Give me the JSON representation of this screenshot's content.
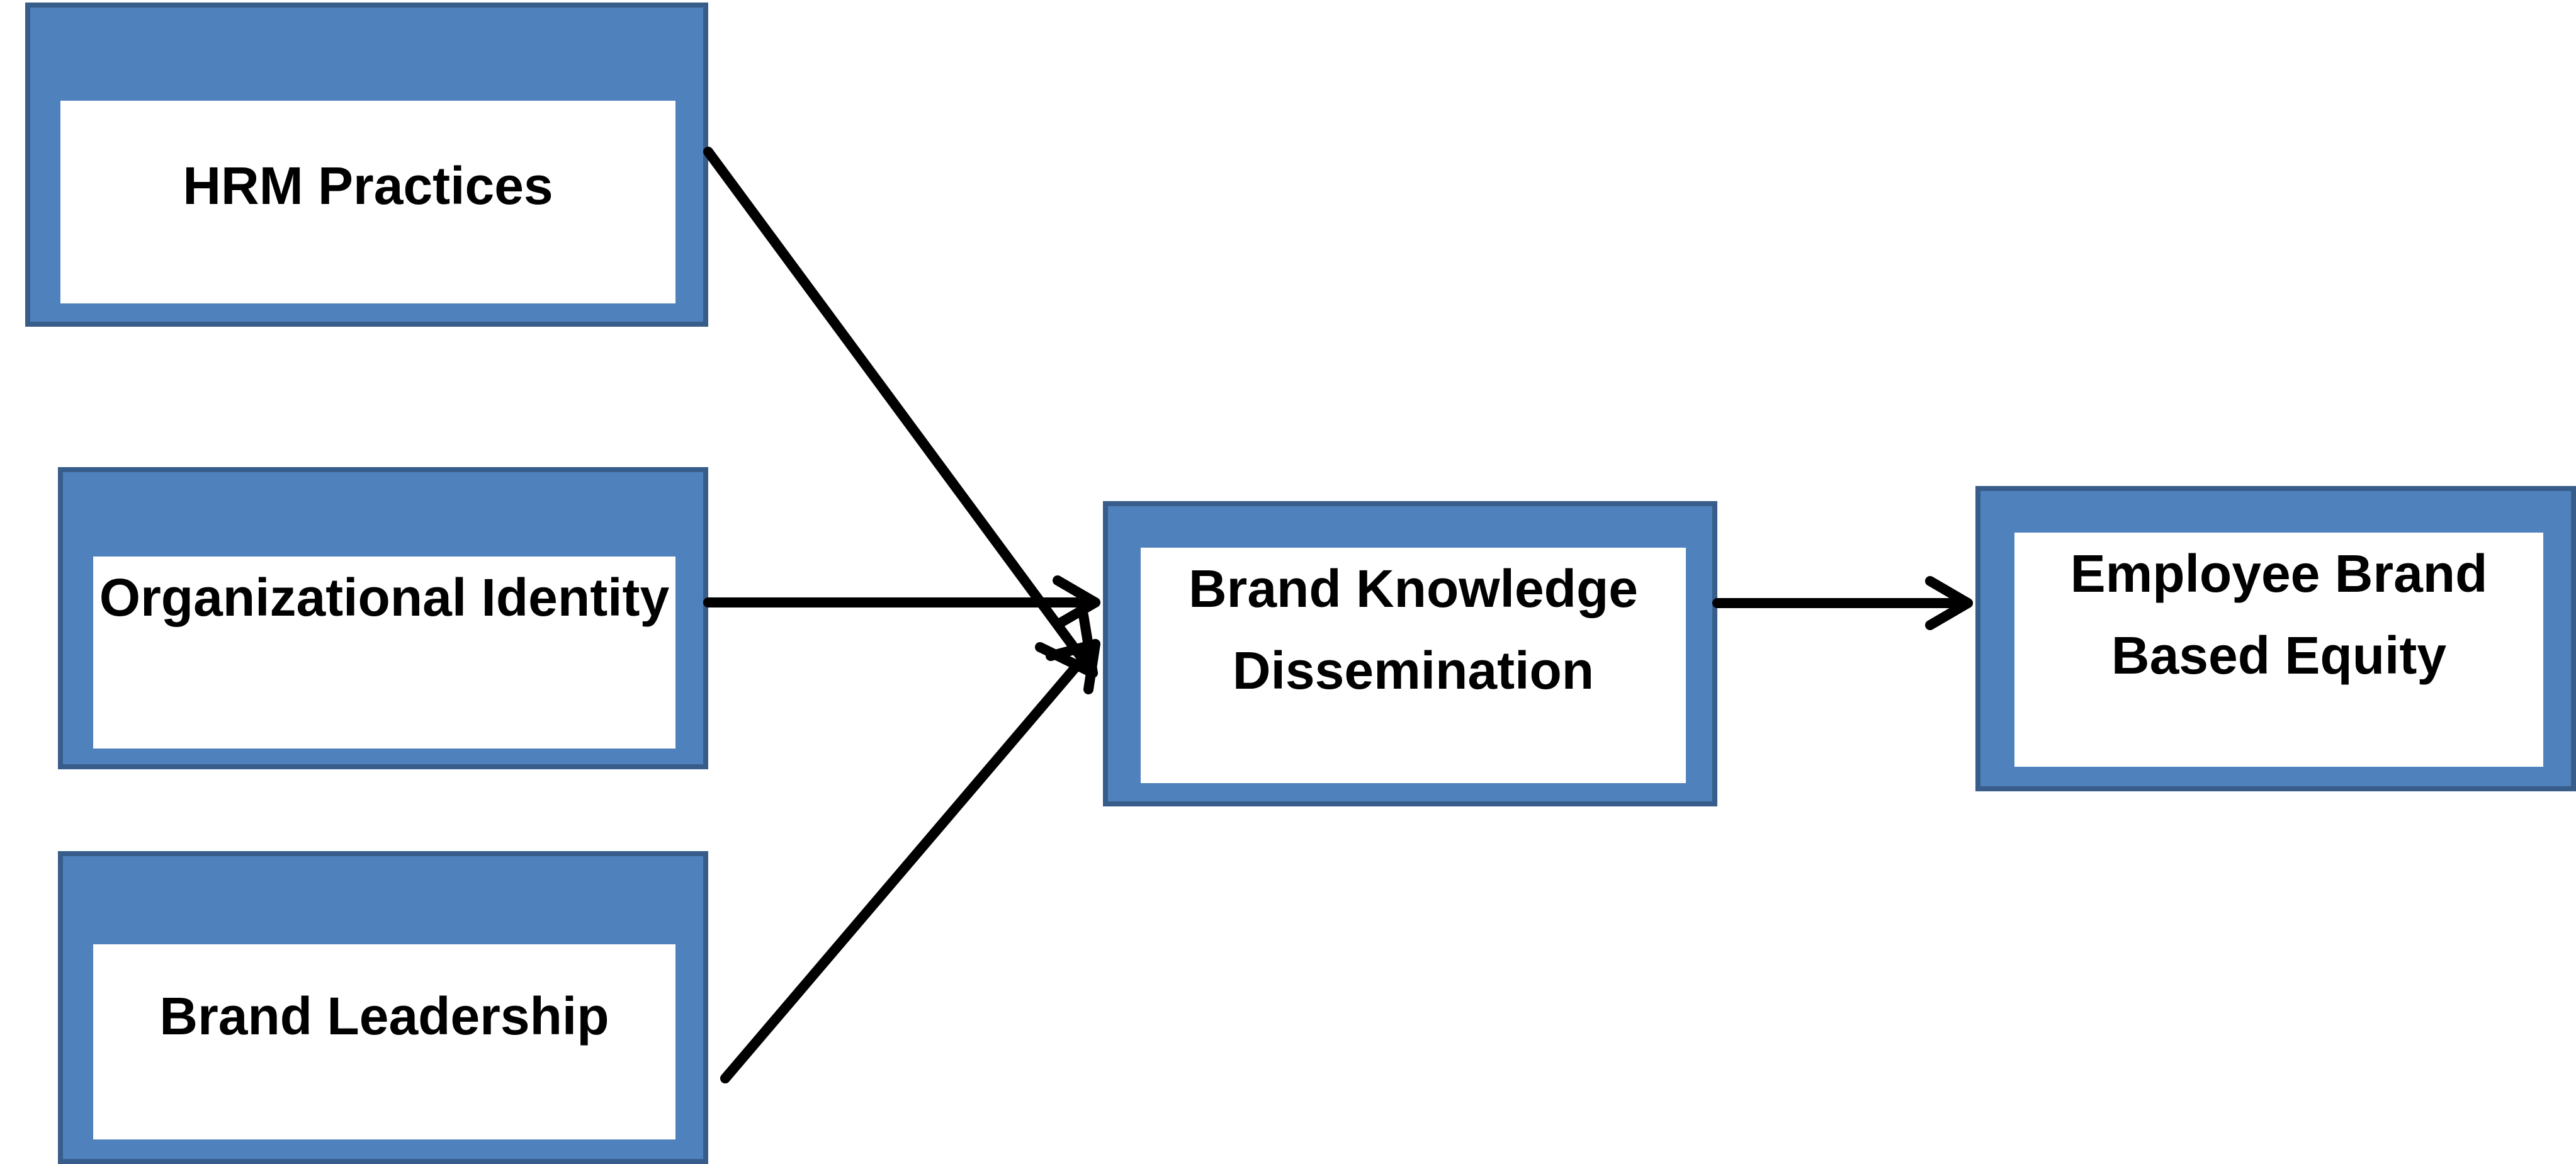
{
  "nodes": {
    "hrm": {
      "label": "HRM Practices"
    },
    "org_identity": {
      "label": "Organizational Identity"
    },
    "brand_leadership": {
      "label": "Brand Leadership"
    },
    "brand_knowledge": {
      "line1": "Brand Knowledge",
      "line2": "Dissemination"
    },
    "employee_equity": {
      "line1": "Employee Brand",
      "line2": "Based Equity"
    }
  },
  "colors": {
    "box_fill": "#4f81bd",
    "box_border": "#385d8a",
    "inner_fill": "#ffffff",
    "arrow": "#000000"
  }
}
